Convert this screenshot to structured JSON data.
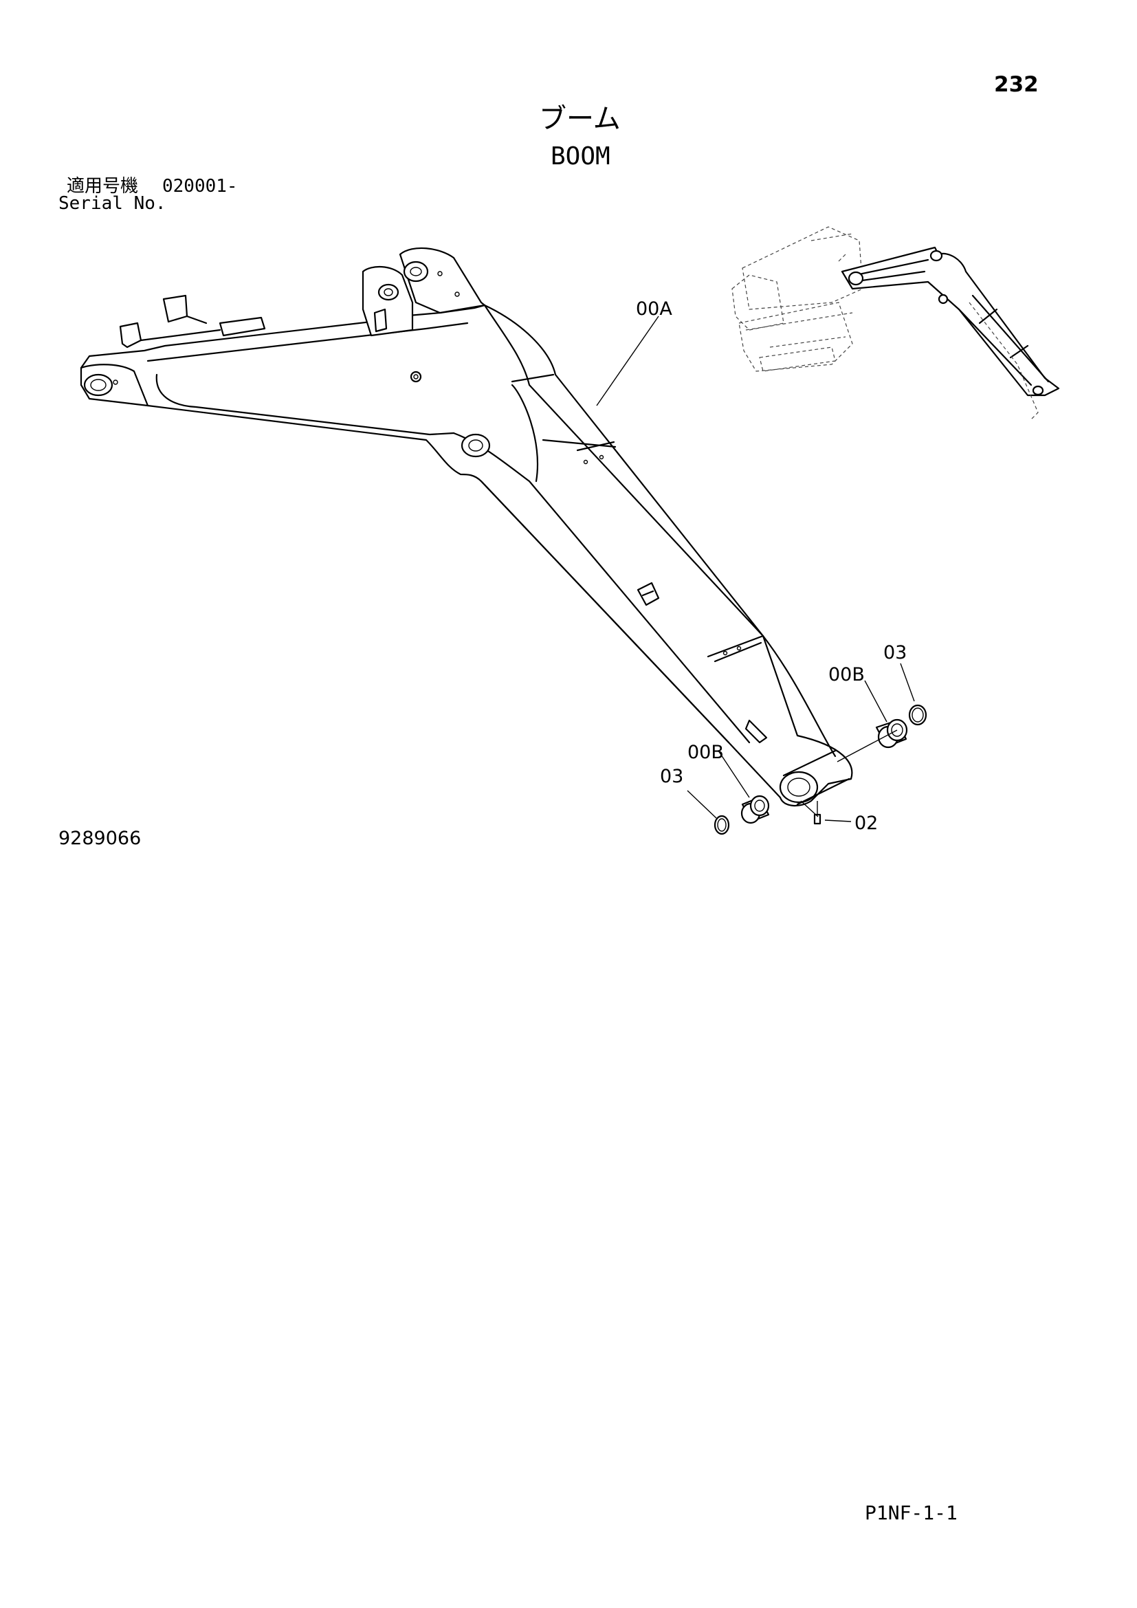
{
  "header": {
    "page_number": "232",
    "title_jp": "ブーム",
    "title_en": "BOOM",
    "serial_label_jp": "適用号機",
    "serial_value": "020001-",
    "serial_label_en": "Serial No."
  },
  "footer": {
    "drawing_number": "9289066",
    "page_code": "P1NF-1-1"
  },
  "callouts": [
    {
      "id": "boom-label",
      "text": "00A"
    },
    {
      "id": "bushing-right-label",
      "text": "00B"
    },
    {
      "id": "ring-right-label",
      "text": "03"
    },
    {
      "id": "bushing-left-label",
      "text": "00B"
    },
    {
      "id": "ring-left-label",
      "text": "03"
    },
    {
      "id": "fitting-label",
      "text": "02"
    }
  ]
}
